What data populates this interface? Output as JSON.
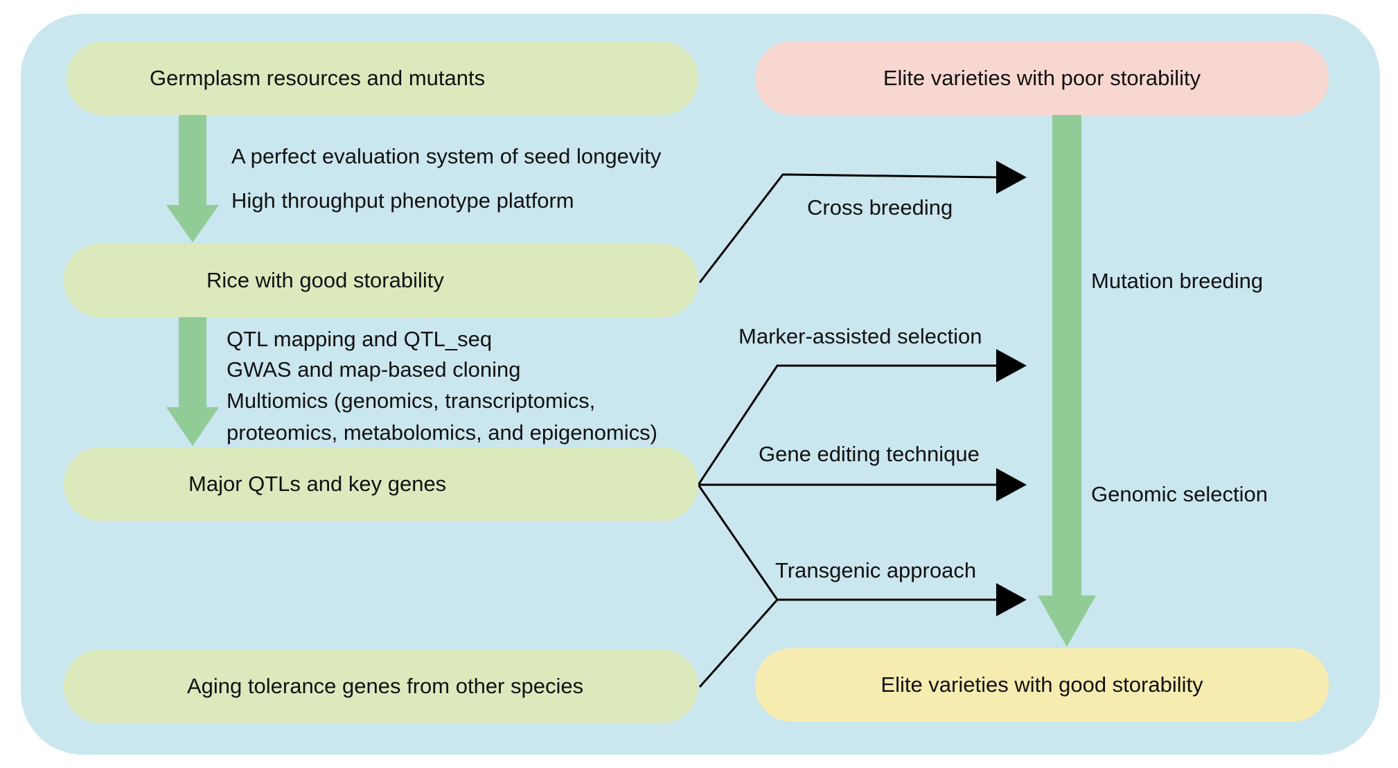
{
  "colors": {
    "background": "#cae6ee",
    "source_box": "#dbe9bd",
    "poor_box": "#f9d7d1",
    "good_box": "#f7ecb0",
    "flow_arrow": "#91cc97",
    "line": "#000000"
  },
  "nodes": {
    "germplasm": "Germplasm resources and mutants",
    "rice_good": "Rice with good storability",
    "major_qtls": "Major QTLs and key genes",
    "aging_genes": "Aging tolerance genes from other species",
    "elite_poor": "Elite varieties with poor storability",
    "elite_good": "Elite varieties with good storability"
  },
  "labels": {
    "evaluation_system": "A perfect evaluation system of seed longevity",
    "phenotype_platform": "High throughput phenotype platform",
    "qtl_mapping": "QTL mapping and QTL_seq",
    "gwas": "GWAS  and map-based cloning",
    "multiomics_1": "Multiomics (genomics, transcriptomics,",
    "multiomics_2": "proteomics, metabolomics, and epigenomics)",
    "cross_breeding": "Cross breeding",
    "marker_assisted": "Marker-assisted selection",
    "gene_editing": "Gene editing technique",
    "transgenic": "Transgenic approach",
    "mutation_breeding": "Mutation breeding",
    "genomic_selection": "Genomic selection"
  }
}
